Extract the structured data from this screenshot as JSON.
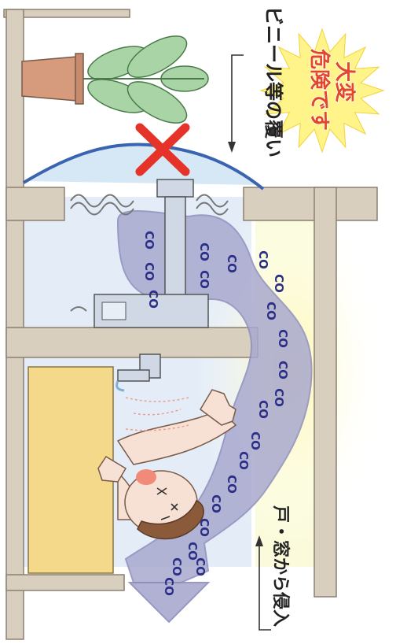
{
  "labels": {
    "warning_line1": "大変",
    "warning_line2": "危険です",
    "cover_label": "ビニール等の覆い",
    "entry_label": "戸・窓から侵入"
  },
  "gas": {
    "symbol": "CO"
  },
  "colors": {
    "background": "#ffffff",
    "wall": "#d8cfbf",
    "room_fill": "#dbe8f4",
    "cover_line": "#3a64b0",
    "x_mark": "#e63329",
    "burst": "#fff48a",
    "warning_text": "#e2462b",
    "co_cloud": "#a9a9cf",
    "co_text": "#2b2f86",
    "cabinet": "#f5d98a",
    "skin": "#f7e1d4",
    "plant_leaf": "#a9d5a6",
    "pot": "#d69a7d"
  }
}
